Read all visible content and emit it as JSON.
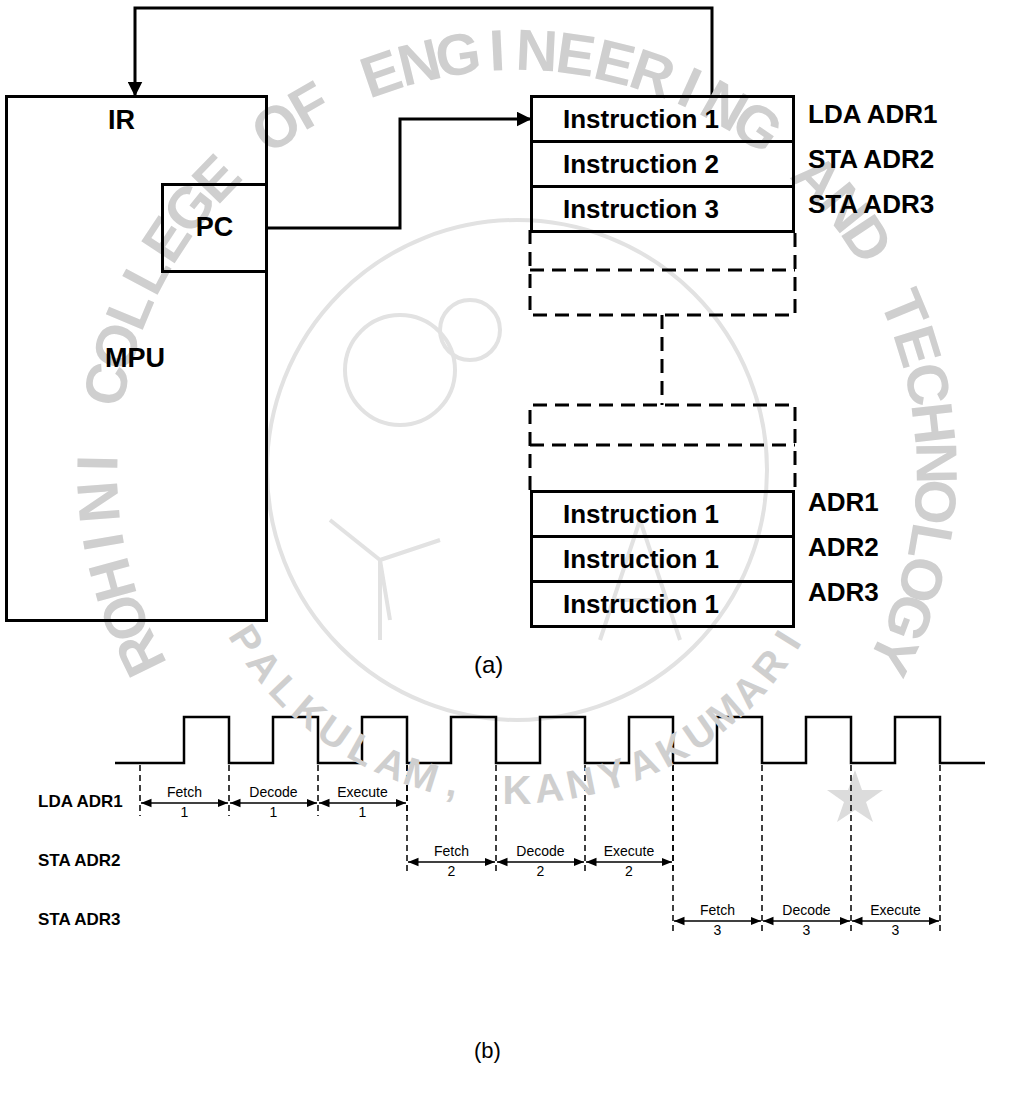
{
  "diagram": {
    "nodes": [
      {
        "text": [
          "IR",
          "MPU"
        ]
      },
      {
        "text": [
          "PC"
        ],
        "in": 0
      },
      {
        "text": [
          "Instruction 1"
        ]
      },
      {
        "text": [
          "Instruction 2"
        ]
      },
      {
        "text": [
          "Instruction 3"
        ]
      },
      {
        "text": [
          "Instruction 1"
        ]
      },
      {
        "text": [
          "Instruction 1"
        ]
      },
      {
        "text": [
          "Instruction 1"
        ]
      }
    ],
    "edges": [
      {
        "from": 1,
        "to": 2,
        "arrow": "to"
      },
      {
        "from": 2,
        "to": 0,
        "arrow": "to"
      }
    ],
    "labels": [
      "LDA ADR1",
      "STA ADR2",
      "STA ADR3",
      "ADR1",
      "ADR2",
      "ADR3",
      "(a)",
      "LDA ADR1",
      "STA ADR2",
      "STA ADR3",
      "Fetch",
      "1",
      "Decode",
      "1",
      "Execute",
      "1",
      "Fetch",
      "2",
      "Decode",
      "2",
      "Execute",
      "2",
      "Fetch",
      "3",
      "Decode",
      "3",
      "Execute",
      "3",
      "(b)",
      "ROHINI COLLEGE OF ENGINEERING AND TECHNOLOGY",
      "PALKULAM, KANYAKUMARI"
    ]
  }
}
